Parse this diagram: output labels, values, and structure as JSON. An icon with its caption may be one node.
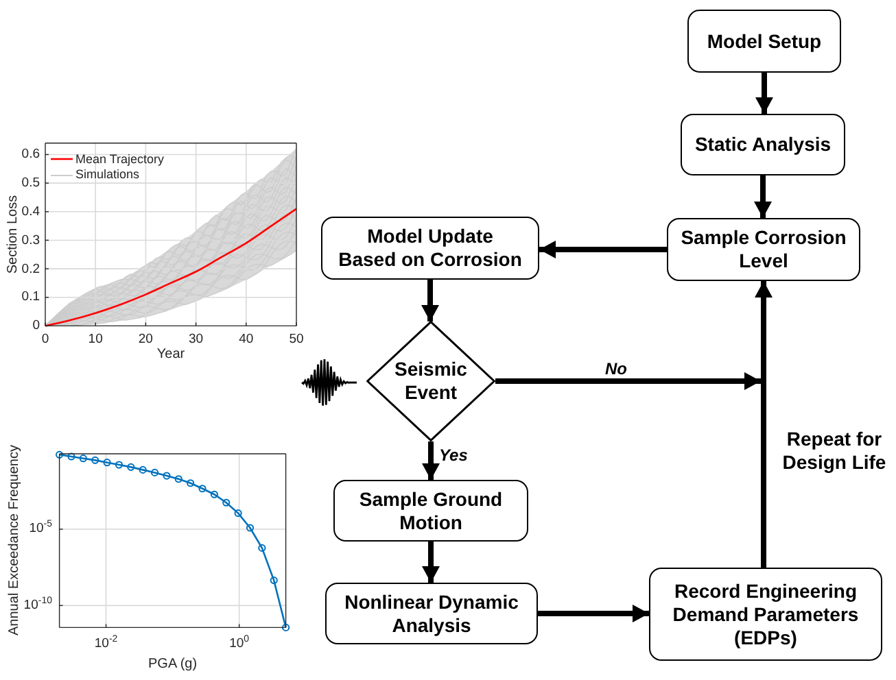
{
  "diagram": {
    "nodes": [
      {
        "text": [
          "Model Setup"
        ]
      },
      {
        "text": [
          "Static Analysis"
        ]
      },
      {
        "text": [
          "Sample Corrosion Level"
        ]
      },
      {
        "text": [
          "Model Update Based on Corrosion"
        ]
      },
      {
        "text": [
          "Seismic Event"
        ]
      },
      {
        "text": [
          "Sample Ground Motion"
        ]
      },
      {
        "text": [
          "Nonlinear Dynamic Analysis"
        ]
      },
      {
        "text": [
          "Record Engineering Demand Parameters (EDPs)"
        ]
      }
    ],
    "edges": [
      {
        "from": 0,
        "to": 1,
        "arrow": "to"
      },
      {
        "from": 1,
        "to": 2,
        "arrow": "to"
      },
      {
        "from": 2,
        "to": 3,
        "arrow": "to"
      },
      {
        "from": 3,
        "to": 4,
        "arrow": "to"
      },
      {
        "from": 4,
        "to": 2,
        "arrow": "to",
        "label": "No"
      },
      {
        "from": 4,
        "to": 5,
        "arrow": "to",
        "label": "Yes"
      },
      {
        "from": 5,
        "to": 6,
        "arrow": "to"
      },
      {
        "from": 6,
        "to": 7,
        "arrow": "to"
      },
      {
        "from": 7,
        "to": 2,
        "arrow": "to",
        "label": "Repeat for Design Life"
      }
    ],
    "labels": [
      "Annual Exceedance Frequency",
      "10$^{-5}$",
      "10$^{-10}$",
      "10$^{-2}$",
      "10$^{0}$",
      "PGA (g)"
    ],
    "chart_data": {
      "type": "line",
      "xlabel": "Year",
      "ylabel": "Section Loss",
      "x": [
        0,
        5,
        10,
        15,
        20,
        25,
        30,
        35,
        40,
        45,
        50
      ],
      "series": [
        {
          "name": "Mean Trajectory",
          "color": "#ff0000",
          "values": [
            0,
            0.02,
            0.045,
            0.075,
            0.11,
            0.15,
            0.19,
            0.24,
            0.29,
            0.35,
            0.41
          ]
        },
        {
          "name": "Simulations",
          "color": "#cccccc",
          "values": [
            null,
            null,
            null,
            null,
            null,
            null,
            null,
            null,
            null,
            null,
            null
          ]
        }
      ],
      "xlim": [
        0,
        50
      ],
      "ylim": [
        0,
        0.64
      ],
      "xticks": [
        0,
        10,
        20,
        30,
        40,
        50
      ],
      "yticks": [
        0,
        0.1,
        0.2,
        0.3,
        0.4,
        0.5,
        0.6
      ],
      "grid": true,
      "legend": true
    }
  }
}
